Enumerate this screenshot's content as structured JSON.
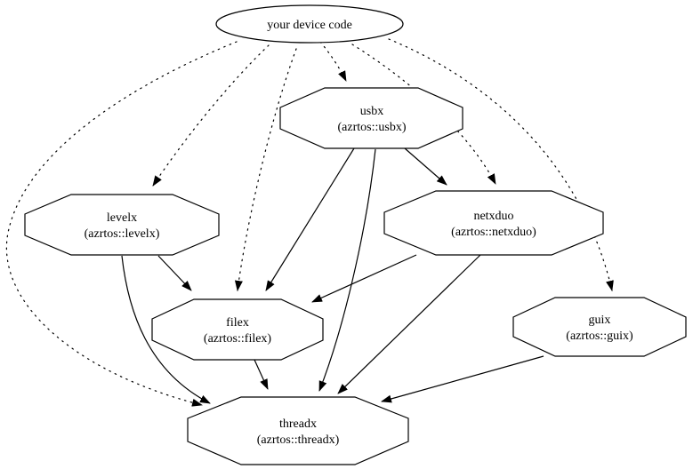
{
  "diagram": {
    "background": "#ffffff",
    "stroke_color": "#000000",
    "nodes": {
      "device": {
        "label": "your device code",
        "shape": "ellipse"
      },
      "usbx": {
        "label": "usbx",
        "sublabel": "(azrtos::usbx)",
        "shape": "octagon"
      },
      "levelx": {
        "label": "levelx",
        "sublabel": "(azrtos::levelx)",
        "shape": "octagon"
      },
      "netxduo": {
        "label": "netxduo",
        "sublabel": "(azrtos::netxduo)",
        "shape": "octagon"
      },
      "filex": {
        "label": "filex",
        "sublabel": "(azrtos::filex)",
        "shape": "octagon"
      },
      "guix": {
        "label": "guix",
        "sublabel": "(azrtos::guix)",
        "shape": "octagon"
      },
      "threadx": {
        "label": "threadx",
        "sublabel": "(azrtos::threadx)",
        "shape": "octagon"
      }
    },
    "edges": [
      {
        "from": "your device code",
        "to": "usbx",
        "style": "dotted"
      },
      {
        "from": "your device code",
        "to": "levelx",
        "style": "dotted"
      },
      {
        "from": "your device code",
        "to": "filex",
        "style": "dotted"
      },
      {
        "from": "your device code",
        "to": "netxduo",
        "style": "dotted"
      },
      {
        "from": "your device code",
        "to": "guix",
        "style": "dotted"
      },
      {
        "from": "your device code",
        "to": "threadx",
        "style": "dotted"
      },
      {
        "from": "usbx",
        "to": "netxduo",
        "style": "solid"
      },
      {
        "from": "usbx",
        "to": "filex",
        "style": "solid"
      },
      {
        "from": "usbx",
        "to": "threadx",
        "style": "solid"
      },
      {
        "from": "levelx",
        "to": "filex",
        "style": "solid"
      },
      {
        "from": "levelx",
        "to": "threadx",
        "style": "solid"
      },
      {
        "from": "netxduo",
        "to": "filex",
        "style": "solid"
      },
      {
        "from": "netxduo",
        "to": "threadx",
        "style": "solid"
      },
      {
        "from": "filex",
        "to": "threadx",
        "style": "solid"
      },
      {
        "from": "guix",
        "to": "threadx",
        "style": "solid"
      }
    ]
  }
}
